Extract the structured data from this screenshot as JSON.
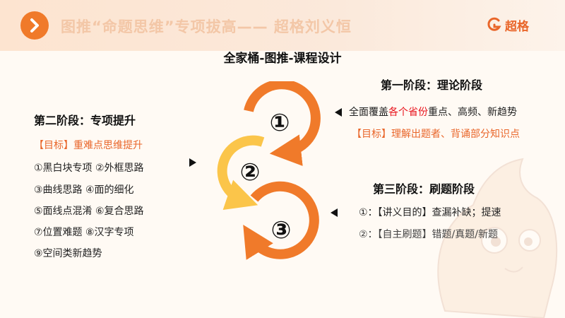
{
  "header": {
    "title": "图推“命题思维”专项拔高—— 超格刘义恒",
    "brand": "超格"
  },
  "main_title": "全家桶-图推-课程设计",
  "stage1": {
    "heading": "第一阶段：理论阶段",
    "line1_pre": "全面覆盖",
    "line1_highlight": "各个省份",
    "line1_post": "重点、高频、新趋势",
    "goal": "【目标】理解出题者、背诵部分知识点"
  },
  "stage2": {
    "heading": "第二阶段：专项提升",
    "goal": "【目标】重难点思维提升",
    "items": [
      "①黑白块专项 ②外框思路",
      "③曲线思路 ④面的细化",
      "⑤面线点混淆 ⑥复合思路",
      "⑦位置难题 ⑧汉字专项",
      "⑨空间类新趋势"
    ]
  },
  "stage3": {
    "heading": "第三阶段：刷题阶段",
    "item1": "①：【讲义目的】查漏补缺；提速",
    "item2": "②：【自主刷题】错题/真题/新题"
  },
  "diagram": {
    "labels": [
      "①",
      "②",
      "③"
    ],
    "colors": {
      "orange": "#f07a2a",
      "yellow": "#fbc54a"
    }
  },
  "colors": {
    "accent": "#e9662a",
    "highlight_red": "#e8131c",
    "header_bg": "#fde4d0"
  }
}
